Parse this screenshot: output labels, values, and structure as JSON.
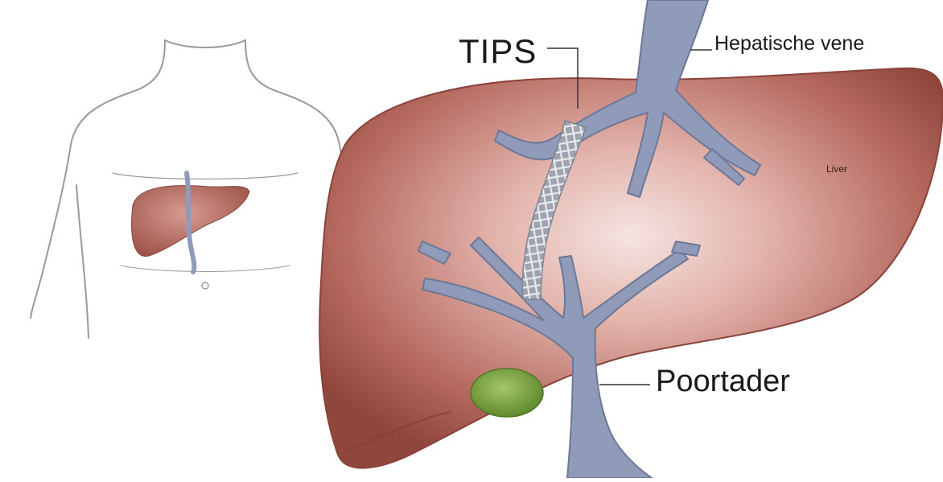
{
  "labels": {
    "tips": "TIPS",
    "hepatic_vein": "Hepatische vene",
    "liver": "Liver",
    "portal_vein": "Poortader"
  },
  "colors": {
    "background": "#ffffff",
    "liver": "#a9594f",
    "liver_highlight": "#f3dcd8",
    "vessel": "#8f9bb8",
    "vessel_dark": "#6c7896",
    "stent": "#b8bcc6",
    "gallbladder": "#6e9a3c",
    "body_outline": "#9a9a9a",
    "text": "#1a1a1a"
  }
}
